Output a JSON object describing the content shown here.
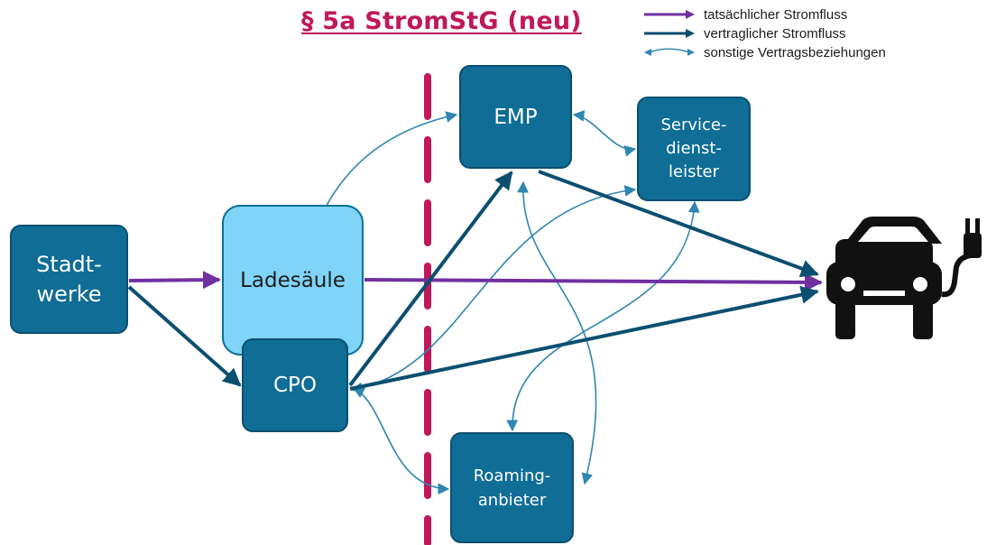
{
  "title": "§ 5a StromStG (neu)",
  "legend": [
    {
      "label": "tatsächlicher Stromfluss",
      "color": "#7030a0",
      "style": "thick"
    },
    {
      "label": "vertraglicher Stromfluss",
      "color": "#0b4f70",
      "style": "thick"
    },
    {
      "label": "sonstige Vertragsbeziehungen",
      "color": "#2f86b0",
      "style": "thin-double"
    }
  ],
  "nodes": {
    "stadtwerke": "Stadt-\nwerke",
    "ladesaeule": "Ladesäule",
    "cpo": "CPO",
    "emp": "EMP",
    "service": "Service-\ndienst-\nleister",
    "roaming": "Roaming-\nanbieter"
  },
  "colors": {
    "title": "#c0185a",
    "box_fill": "#0f6d96",
    "box_border": "#0b4f70",
    "ladesaeule_fill": "#7fd4f7",
    "physical_flow": "#7030a0",
    "contract_flow": "#0b4f70",
    "other_relation": "#2f86b0",
    "divider": "#c0185a",
    "car": "#111111"
  },
  "icons": {
    "car": "electric-car-icon"
  }
}
